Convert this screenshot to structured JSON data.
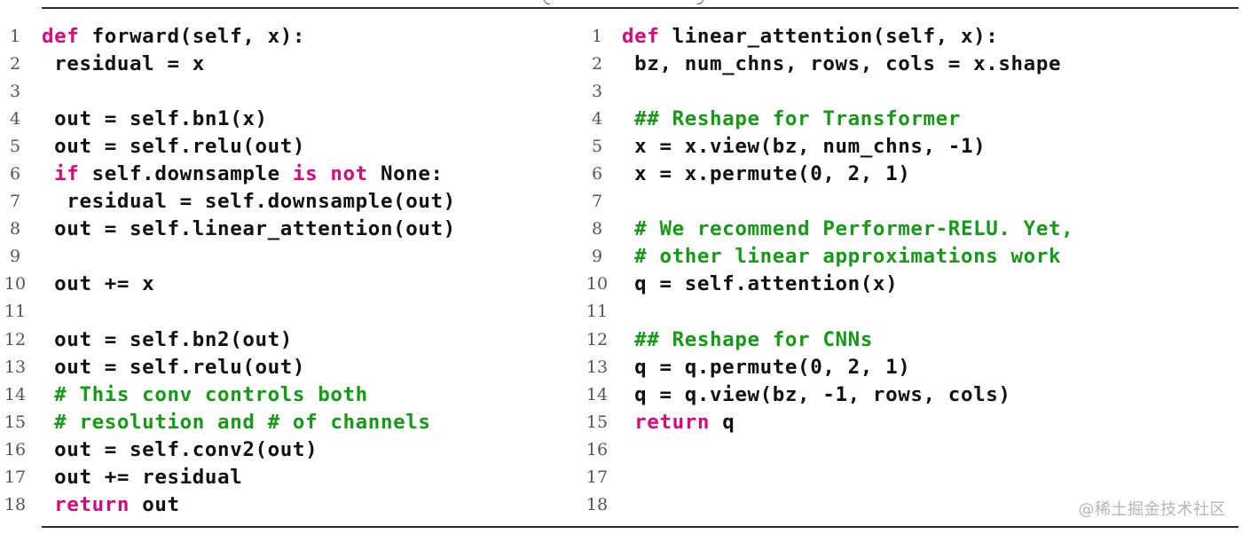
{
  "left": [
    {
      "n": "1",
      "tokens": [
        {
          "t": "def",
          "c": "kw"
        },
        {
          "t": " forward(self, x):",
          "c": ""
        }
      ]
    },
    {
      "n": "2",
      "tokens": [
        {
          "t": " residual = x",
          "c": ""
        }
      ]
    },
    {
      "n": "3",
      "tokens": []
    },
    {
      "n": "4",
      "tokens": [
        {
          "t": " out = self.bn1(x)",
          "c": ""
        }
      ]
    },
    {
      "n": "5",
      "tokens": [
        {
          "t": " out = self.relu(out)",
          "c": ""
        }
      ]
    },
    {
      "n": "6",
      "tokens": [
        {
          "t": " ",
          "c": ""
        },
        {
          "t": "if",
          "c": "kw"
        },
        {
          "t": " self.downsample ",
          "c": ""
        },
        {
          "t": "is not",
          "c": "kw"
        },
        {
          "t": " None:",
          "c": ""
        }
      ]
    },
    {
      "n": "7",
      "tokens": [
        {
          "t": "  residual = self.downsample(out)",
          "c": ""
        }
      ]
    },
    {
      "n": "8",
      "tokens": [
        {
          "t": " out = self.linear_attention(out)",
          "c": ""
        }
      ]
    },
    {
      "n": "9",
      "tokens": []
    },
    {
      "n": "10",
      "tokens": [
        {
          "t": " out += x",
          "c": ""
        }
      ]
    },
    {
      "n": "11",
      "tokens": []
    },
    {
      "n": "12",
      "tokens": [
        {
          "t": " out = self.bn2(out)",
          "c": ""
        }
      ]
    },
    {
      "n": "13",
      "tokens": [
        {
          "t": " out = self.relu(out)",
          "c": ""
        }
      ]
    },
    {
      "n": "14",
      "tokens": [
        {
          "t": " ",
          "c": ""
        },
        {
          "t": "# This conv controls both",
          "c": "cm"
        }
      ]
    },
    {
      "n": "15",
      "tokens": [
        {
          "t": " ",
          "c": ""
        },
        {
          "t": "# resolution and # of channels",
          "c": "cm"
        }
      ]
    },
    {
      "n": "16",
      "tokens": [
        {
          "t": " out = self.conv2(out)",
          "c": ""
        }
      ]
    },
    {
      "n": "17",
      "tokens": [
        {
          "t": " out += residual",
          "c": ""
        }
      ]
    },
    {
      "n": "18",
      "tokens": [
        {
          "t": " ",
          "c": ""
        },
        {
          "t": "return",
          "c": "kw"
        },
        {
          "t": " out",
          "c": ""
        }
      ]
    }
  ],
  "right": [
    {
      "n": "1",
      "tokens": [
        {
          "t": "def",
          "c": "kw"
        },
        {
          "t": " linear_attention(self, x):",
          "c": ""
        }
      ]
    },
    {
      "n": "2",
      "tokens": [
        {
          "t": " bz, num_chns, rows, cols = x.shape",
          "c": ""
        }
      ]
    },
    {
      "n": "3",
      "tokens": []
    },
    {
      "n": "4",
      "tokens": [
        {
          "t": " ",
          "c": ""
        },
        {
          "t": "## Reshape for Transformer",
          "c": "cm"
        }
      ]
    },
    {
      "n": "5",
      "tokens": [
        {
          "t": " x = x.view(bz, num_chns, -1)",
          "c": ""
        }
      ]
    },
    {
      "n": "6",
      "tokens": [
        {
          "t": " x = x.permute(0, 2, 1)",
          "c": ""
        }
      ]
    },
    {
      "n": "7",
      "tokens": []
    },
    {
      "n": "8",
      "tokens": [
        {
          "t": " ",
          "c": ""
        },
        {
          "t": "# We recommend Performer-RELU. Yet,",
          "c": "cm"
        }
      ]
    },
    {
      "n": "9",
      "tokens": [
        {
          "t": " ",
          "c": ""
        },
        {
          "t": "# other linear approximations work",
          "c": "cm"
        }
      ]
    },
    {
      "n": "10",
      "tokens": [
        {
          "t": " q = self.attention(x)",
          "c": ""
        }
      ]
    },
    {
      "n": "11",
      "tokens": []
    },
    {
      "n": "12",
      "tokens": [
        {
          "t": " ",
          "c": ""
        },
        {
          "t": "## Reshape for CNNs",
          "c": "cm"
        }
      ]
    },
    {
      "n": "13",
      "tokens": [
        {
          "t": " q = q.permute(0, 2, 1)",
          "c": ""
        }
      ]
    },
    {
      "n": "14",
      "tokens": [
        {
          "t": " q = q.view(bz, -1, rows, cols)",
          "c": ""
        }
      ]
    },
    {
      "n": "15",
      "tokens": [
        {
          "t": " ",
          "c": ""
        },
        {
          "t": "return",
          "c": "kw"
        },
        {
          "t": " q",
          "c": ""
        }
      ]
    },
    {
      "n": "16",
      "tokens": []
    },
    {
      "n": "17",
      "tokens": []
    },
    {
      "n": "18",
      "tokens": []
    }
  ],
  "watermark": "@稀土掘金技术社区",
  "colors": {
    "keyword": "#d6097d",
    "comment": "#149a14",
    "text": "#111111",
    "line_number": "#555555"
  }
}
